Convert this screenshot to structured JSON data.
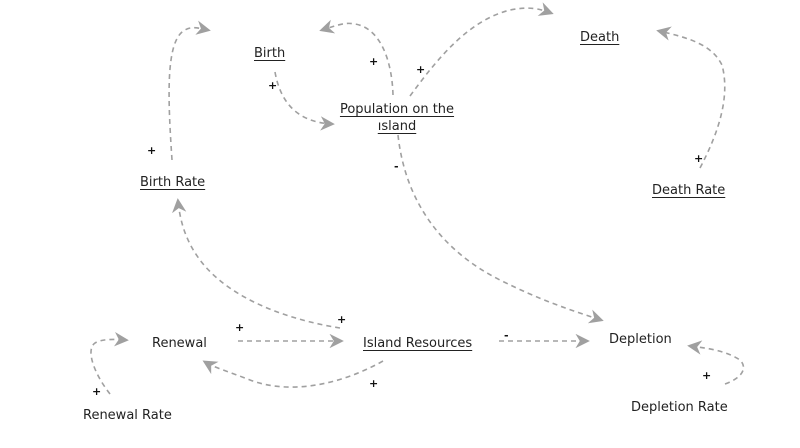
{
  "diagram": {
    "type": "causal-loop-diagram",
    "nodes": {
      "birth": {
        "label": "Birth",
        "underlined": true
      },
      "population": {
        "label_line1": "Population on the",
        "label_line2": "ısland ",
        "underlined": true
      },
      "death": {
        "label": "Death ",
        "underlined": true
      },
      "birth_rate": {
        "label": "Birth Rate",
        "underlined": true
      },
      "death_rate": {
        "label": "Death Rate",
        "underlined": true
      },
      "renewal": {
        "label": "Renewal",
        "underlined": false
      },
      "island_resources": {
        "label": "Island Resources",
        "underlined": true
      },
      "depletion": {
        "label": "Depletion",
        "underlined": false
      },
      "renewal_rate": {
        "label": "Renewal Rate",
        "underlined": false
      },
      "depletion_rate": {
        "label": "Depletion Rate",
        "underlined": false
      }
    },
    "links": [
      {
        "from": "Birth Rate",
        "to": "Birth",
        "polarity": "+"
      },
      {
        "from": "Birth",
        "to": "Population on the island",
        "polarity": "+"
      },
      {
        "from": "Population on the island",
        "to": "Birth",
        "polarity": "+"
      },
      {
        "from": "Population on the island",
        "to": "Death",
        "polarity": "+"
      },
      {
        "from": "Death Rate",
        "to": "Death",
        "polarity": "+"
      },
      {
        "from": "Population on the island",
        "to": "Depletion",
        "polarity": "-"
      },
      {
        "from": "Island Resources",
        "to": "Birth Rate",
        "polarity": "+"
      },
      {
        "from": "Renewal",
        "to": "Island Resources",
        "polarity": "+"
      },
      {
        "from": "Island Resources",
        "to": "Renewal",
        "polarity": "+"
      },
      {
        "from": "Island Resources",
        "to": "Depletion",
        "polarity": "-"
      },
      {
        "from": "Renewal Rate",
        "to": "Renewal",
        "polarity": "+"
      },
      {
        "from": "Depletion Rate",
        "to": "Depletion",
        "polarity": "+"
      }
    ],
    "polarity_labels": {
      "p_birthrate": "+",
      "p_birth": "+",
      "p_pop_birth": "+",
      "p_pop_death": "+",
      "p_pop_depletion": "-",
      "p_deathrate": "+",
      "p_renewal": "+",
      "p_res_birthrate": "+",
      "p_res_depletion": "-",
      "p_res_renewal": "+",
      "p_renewalrate": "+",
      "p_depletionrate": "+"
    },
    "colors": {
      "arrow": "#a0a0a0",
      "text": "#222222",
      "background": "#ffffff"
    }
  }
}
